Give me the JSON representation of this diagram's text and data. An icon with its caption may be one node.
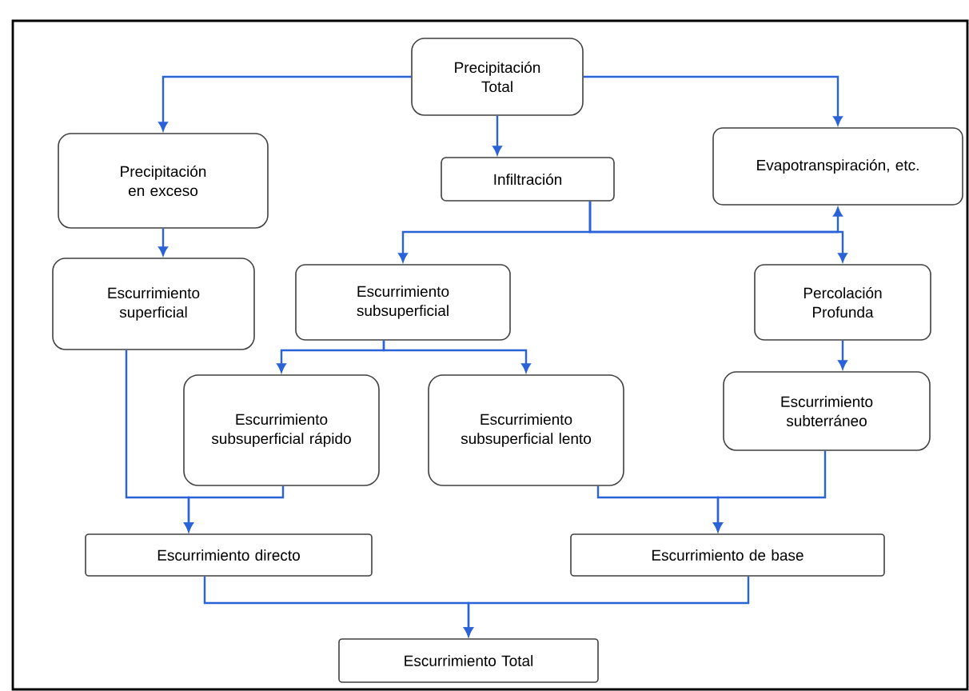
{
  "diagram": {
    "nodes": [
      {
        "text": [
          "Precipitación Total"
        ]
      },
      {
        "text": [
          "Precipitación en exceso"
        ]
      },
      {
        "text": [
          "Infiltración"
        ]
      },
      {
        "text": [
          "Evapotranspiración, etc."
        ]
      },
      {
        "text": [
          "Escurrimiento superficial"
        ]
      },
      {
        "text": [
          "Escurrimiento subsuperficial"
        ]
      },
      {
        "text": [
          "Percolación Profunda"
        ]
      },
      {
        "text": [
          "Escurrimiento subsuperficial rápido"
        ]
      },
      {
        "text": [
          "Escurrimiento subsuperficial lento"
        ]
      },
      {
        "text": [
          "Escurrimiento subterráneo"
        ]
      },
      {
        "text": [
          "Escurrimiento directo"
        ]
      },
      {
        "text": [
          "Escurrimiento de base"
        ]
      },
      {
        "text": [
          "Escurrimiento Total"
        ]
      }
    ],
    "edges": [
      {
        "from": 0,
        "to": 1,
        "arrow": "to"
      },
      {
        "from": 0,
        "to": 2,
        "arrow": "to"
      },
      {
        "from": 0,
        "to": 3,
        "arrow": "to"
      },
      {
        "from": 1,
        "to": 4,
        "arrow": "to"
      },
      {
        "from": 2,
        "to": 5,
        "arrow": "to"
      },
      {
        "from": 2,
        "to": 6,
        "arrow": "to"
      },
      {
        "from": 2,
        "to": 3,
        "arrow": "to"
      },
      {
        "from": 5,
        "to": 7,
        "arrow": "to"
      },
      {
        "from": 5,
        "to": 8,
        "arrow": "to"
      },
      {
        "from": 6,
        "to": 9,
        "arrow": "to"
      },
      {
        "from": 4,
        "to": 10,
        "arrow": "to"
      },
      {
        "from": 7,
        "to": 10,
        "arrow": "to"
      },
      {
        "from": 8,
        "to": 11,
        "arrow": "to"
      },
      {
        "from": 9,
        "to": 11,
        "arrow": "to"
      },
      {
        "from": 10,
        "to": 12,
        "arrow": "to"
      },
      {
        "from": 11,
        "to": 12,
        "arrow": "to"
      }
    ]
  }
}
